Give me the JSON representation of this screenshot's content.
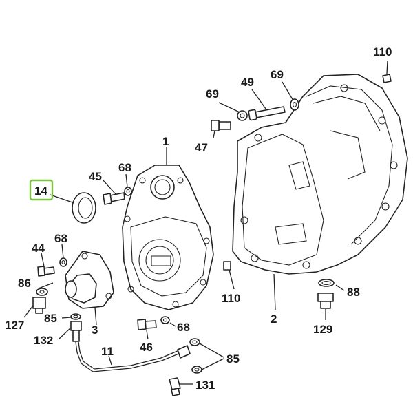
{
  "highlight_color": "#7cc444",
  "callouts": {
    "c110a": "110",
    "c49": "49",
    "c69a": "69",
    "c69b": "69",
    "c1": "1",
    "c47": "47",
    "c45": "45",
    "c68a": "68",
    "c14": "14",
    "c44": "44",
    "c68b": "68",
    "c86": "86",
    "c127": "127",
    "c85a": "85",
    "c3": "3",
    "c132": "132",
    "c110b": "110",
    "c2": "2",
    "c88": "88",
    "c129": "129",
    "c46": "46",
    "c68c": "68",
    "c11": "11",
    "c85b": "85",
    "c131": "131"
  },
  "selected_callout": "14"
}
